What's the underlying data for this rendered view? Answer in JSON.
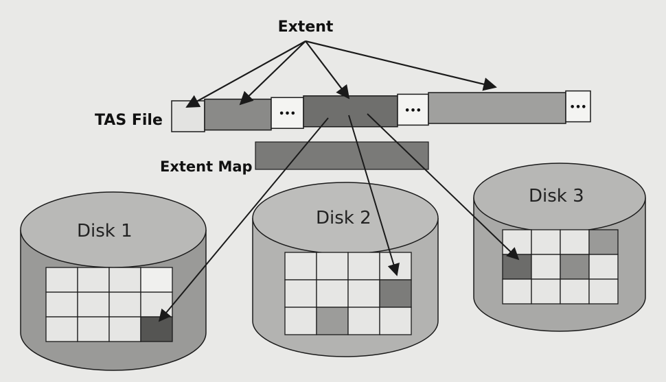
{
  "labels": {
    "extent": "Extent",
    "tas_file": "TAS File",
    "extent_map": "Extent Map",
    "disk1": "Disk 1",
    "disk2": "Disk 2",
    "disk3": "Disk 3"
  },
  "file_segments": [
    {
      "kind": "block",
      "fill": "#e3e3e1"
    },
    {
      "kind": "block",
      "fill": "#8a8a88"
    },
    {
      "kind": "dots",
      "fill": "#f4f4f2",
      "text": "•••"
    },
    {
      "kind": "block",
      "fill": "#6f6f6d"
    },
    {
      "kind": "dots",
      "fill": "#f4f4f2",
      "text": "•••"
    },
    {
      "kind": "block",
      "fill": "#a0a09e"
    },
    {
      "kind": "dots",
      "fill": "#f4f4f2",
      "text": "•••"
    }
  ],
  "colors": {
    "outline": "#1a1a1a",
    "disk_top": "#b9b9b7",
    "disk_body_1": "#9a9a98",
    "disk_body_2": "#b3b3b1",
    "disk_body_3": "#a9a9a7",
    "cell": "#e6e6e4",
    "extent_map": "#7a7a78"
  },
  "disks": [
    {
      "name": "disk1",
      "highlighted": [
        [
          0,
          3,
          "#f0f0ee"
        ],
        [
          2,
          3,
          "#555553"
        ]
      ]
    },
    {
      "name": "disk2",
      "highlighted": [
        [
          1,
          3,
          "#7c7c7a"
        ],
        [
          2,
          1,
          "#9c9c9a"
        ]
      ]
    },
    {
      "name": "disk3",
      "highlighted": [
        [
          0,
          3,
          "#9a9a98"
        ],
        [
          1,
          0,
          "#6c6c6a"
        ],
        [
          1,
          2,
          "#8e8e8c"
        ]
      ]
    }
  ]
}
